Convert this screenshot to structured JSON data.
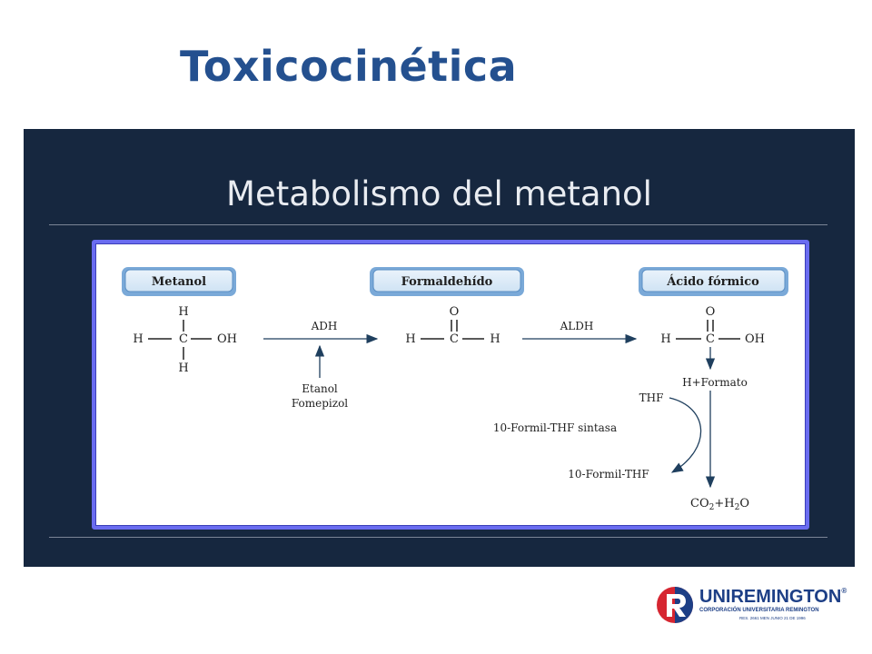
{
  "slide": {
    "title": "Toxicocinética"
  },
  "panel": {
    "heading": "Metabolismo del metanol"
  },
  "diagram": {
    "boxes": {
      "methanol": "Metanol",
      "formaldehyde": "Formaldehído",
      "formic_acid": "Ácido fórmico"
    },
    "atoms": {
      "H": "H",
      "C": "C",
      "O": "O",
      "OH": "OH"
    },
    "enzymes": {
      "adh": "ADH",
      "aldh": "ALDH"
    },
    "inhibitors": {
      "line1": "Etanol",
      "line2": "Fomepizol"
    },
    "formate": "H+Formato",
    "thf": "THF",
    "synthase": "10-Formil-THF sintasa",
    "product": "10-Formil-THF",
    "final": {
      "co2": "CO",
      "sub2a": "2",
      "plus": "+H",
      "sub2b": "2",
      "o": "O"
    }
  },
  "logo": {
    "word": "UNIREMINGTON",
    "reg": "®",
    "subtitle": "CORPORACIÓN UNIVERSITARIA REMINGTON",
    "resolution": "RES. 2661 MEN JUNIO 21 DE 1996",
    "colors": {
      "red": "#d62631",
      "blue": "#1d3f86"
    }
  }
}
